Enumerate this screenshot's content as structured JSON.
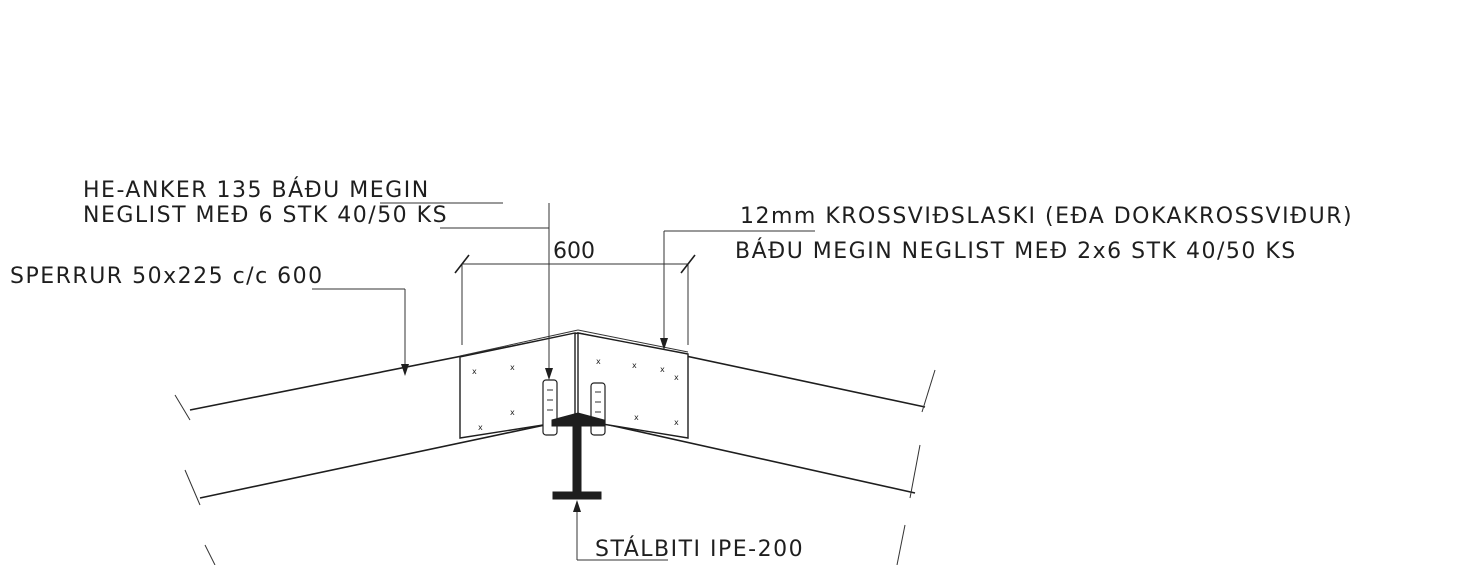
{
  "labels": {
    "anchor_line1": "HE-ANKER 135 BÁÐU MEGIN",
    "anchor_line2": "NEGLIST MEÐ 6 STK 40/50 KS",
    "plywood_line1": "12mm KROSSVIÐSLASKI (EÐA DOKAKROSSVIÐUR)",
    "plywood_line2": "BÁÐU MEGIN NEGLIST MEÐ 2x6 STK 40/50 KS",
    "rafter": "SPERRUR 50x225 c/c 600",
    "steel_beam": "STÁLBITI IPE-200"
  },
  "dimensions": {
    "plate_width": "600"
  },
  "colors": {
    "line": "#1e1e1e",
    "background": "#ffffff"
  }
}
